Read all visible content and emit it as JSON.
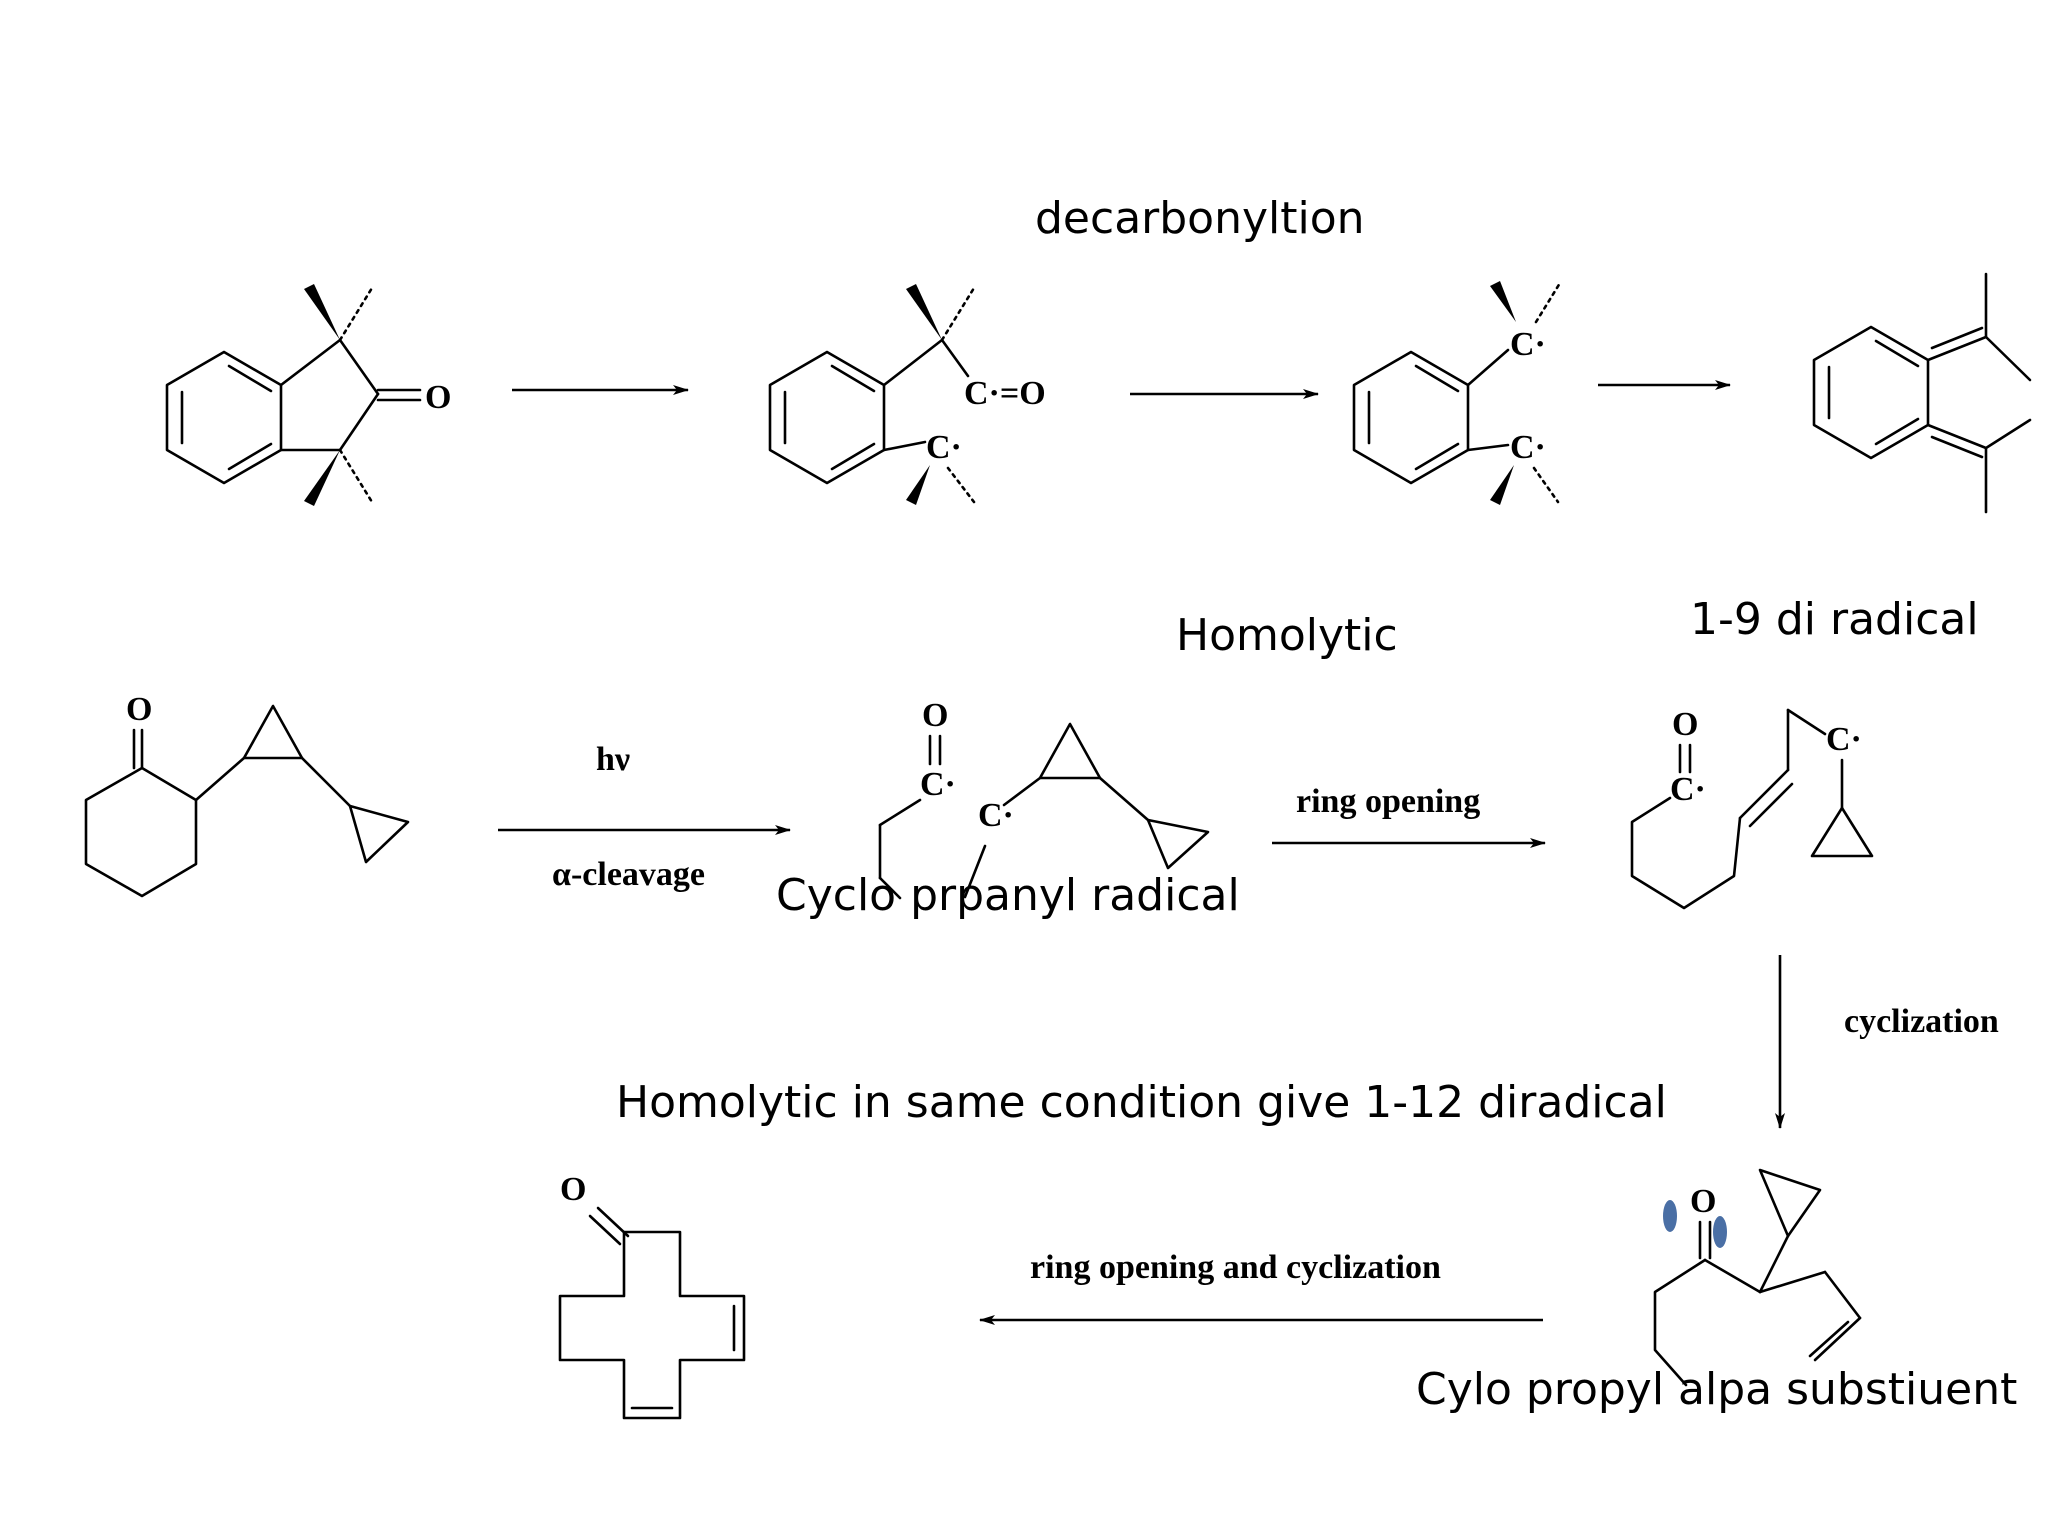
{
  "captions": {
    "decarbonylation": "decarbonyltion",
    "homolytic": "Homolytic",
    "diradical_1_9": "1-9 di radical",
    "cyclopropanyl_radical": "Cyclo prpanyl radical",
    "homolytic_same_condition": "Homolytic  in same condition give 1-12 diradical",
    "cyclopropyl_alpha": "Cylo propyl alpa substiuent"
  },
  "conditions": {
    "light": "hν",
    "alpha_cleavage": "α-cleavage",
    "ring_opening": "ring opening",
    "cyclization": "cyclization",
    "ring_opening_cyclization": "ring opening and cyclization"
  },
  "atoms": {
    "oxygen": "O",
    "carbon_radical": "C·",
    "acyl_co": "C·=O"
  },
  "colors": {
    "lone_pair": "#4a6fa5"
  }
}
